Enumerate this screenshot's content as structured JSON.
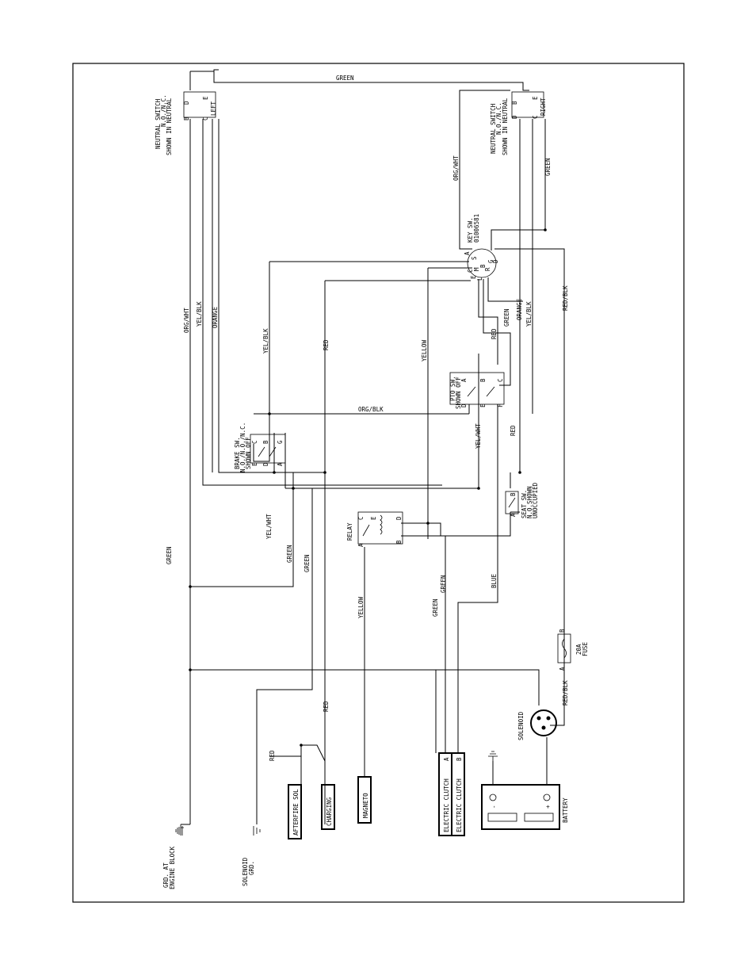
{
  "wire_labels": {
    "green_top": "GREEN",
    "org_wht_left": "ORG/WHT",
    "yel_blk_left": "YEL/BLK",
    "orange_left": "ORANGE",
    "yel_blk_mid": "YEL/BLK",
    "red_mid": "RED",
    "yellow_mid": "YELLOW",
    "org_blk": "ORG/BLK",
    "org_wht_right": "ORG/WHT",
    "green_right": "GREEN",
    "red_blk_right": "RED/BLK",
    "red_ks": "RED",
    "green_ks": "GREEN",
    "orange_ks": "ORANGE",
    "yel_blk_ks": "YEL/BLK",
    "yel_wht_pto": "YEL/WHT",
    "red_pto": "RED",
    "yel_wht_left": "YEL/WHT",
    "green_left": "GREEN",
    "green_a": "GREEN",
    "green_b": "GREEN",
    "yellow_relay": "YELLOW",
    "green_c": "GREEN",
    "green_d": "GREEN",
    "blue": "BLUE",
    "red_charging": "RED",
    "red_afterfire": "RED",
    "red_blk_solenoid": "RED/BLK"
  },
  "components": {
    "neutral_left": {
      "line1": "NEUTRAL SWITCH",
      "line2": "N.O./N.C.",
      "line3": "SHOWN IN NEUTRAL",
      "side": "LEFT",
      "t_b": "B",
      "t_d": "D",
      "t_c": "C",
      "t_e": "E"
    },
    "neutral_right": {
      "line1": "NEUTRAL SWITCH",
      "line2": "N.O./N.C.",
      "line3": "SHOWN IN NEUTRAL",
      "side": "RIGHT",
      "t_b": "B",
      "t_d": "D",
      "t_c": "C",
      "t_e": "E"
    },
    "key_switch": {
      "line1": "KEY SW.",
      "line2": "01006581",
      "t_a": "A",
      "t_s": "S",
      "t_b": "B",
      "t_g": "G",
      "t_r": "R",
      "t_d": "D",
      "t_c": "C",
      "t_m": "M",
      "t_e": "E",
      "t_l": "L"
    },
    "pto_switch": {
      "line1": "PTO SW.",
      "line2": "SHOWN OFF",
      "t_a": "A",
      "t_b": "B",
      "t_c": "C",
      "t_d": "D",
      "t_e": "E",
      "t_f": "F"
    },
    "brake_switch": {
      "line1": "BRAKE SW.",
      "line2": "N.O./N.O./N.C.",
      "line3": "SHOWN OFF",
      "t_c": "C",
      "t_b": "B",
      "t_g": "G",
      "t_e": "E",
      "t_d": "D",
      "t_a": "A"
    },
    "relay": {
      "label": "RELAY",
      "t_a": "A",
      "t_c": "C",
      "t_e": "E",
      "t_d": "D",
      "t_b": "B"
    },
    "seat_switch": {
      "line1": "SEAT SW.",
      "line2": "N.O.SHOWN",
      "line3": "UNOCCUPIED",
      "t_a": "A",
      "t_b": "B"
    },
    "fuse": {
      "line1": "20A",
      "line2": "FUSE",
      "t_a": "A",
      "t_b": "B"
    },
    "solenoid": {
      "label": "SOLENOID"
    },
    "battery": {
      "label": "BATTERY",
      "minus": "-",
      "plus": "+"
    },
    "electric_clutch_a": {
      "label": "ELECTRIC CLUTCH",
      "term": "A"
    },
    "electric_clutch_b": {
      "label": "ELECTRIC CLUTCH",
      "term": "B"
    },
    "afterfire": {
      "label": "AFTERFIRE SOL"
    },
    "charging": {
      "label": "CHARGING"
    },
    "magneto": {
      "label": "MAGNETO"
    },
    "gnd_engine": {
      "line1": "GRD. AT",
      "line2": "ENGINE BLOCK"
    },
    "gnd_solenoid": {
      "line1": "SOLENOID",
      "line2": "GRD."
    }
  }
}
